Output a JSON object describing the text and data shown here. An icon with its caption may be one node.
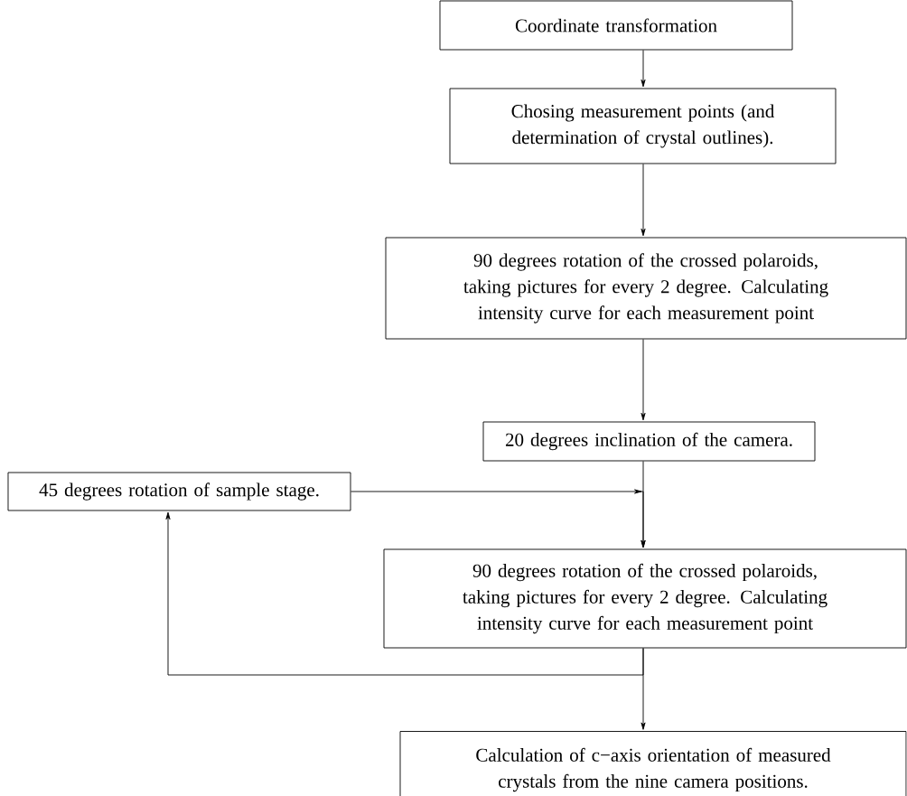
{
  "diagram": {
    "nodes": [
      {
        "text": [
          "Coordinate transformation"
        ]
      },
      {
        "text": [
          "Chosing measurement points (and determination of crystal outlines)."
        ]
      },
      {
        "text": [
          "90 degrees rotation of the crossed polaroids, taking pictures for every 2 degree. Calculating intensity curve for each measurement point"
        ]
      },
      {
        "text": [
          "20 degrees inclination of the camera."
        ]
      },
      {
        "text": [
          "45 degrees rotation of sample stage."
        ]
      },
      {
        "text": [
          "90 degrees rotation of the crossed polaroids, taking pictures for every 2 degree. Calculating intensity curve for each measurement point"
        ]
      },
      {
        "text": [
          "Calculation of c−axis orientation of measured crystals from the nine camera positions."
        ]
      }
    ],
    "edges": [
      {
        "from": 0,
        "to": 1,
        "arrow": "to"
      },
      {
        "from": 1,
        "to": 2,
        "arrow": "to"
      },
      {
        "from": 2,
        "to": 3,
        "arrow": "to"
      },
      {
        "from": 3,
        "to": 5,
        "arrow": "to"
      },
      {
        "from": 4,
        "to": 5,
        "arrow": "to"
      },
      {
        "from": 5,
        "to": 4,
        "arrow": "to"
      },
      {
        "from": 5,
        "to": 6,
        "arrow": "to"
      }
    ]
  }
}
